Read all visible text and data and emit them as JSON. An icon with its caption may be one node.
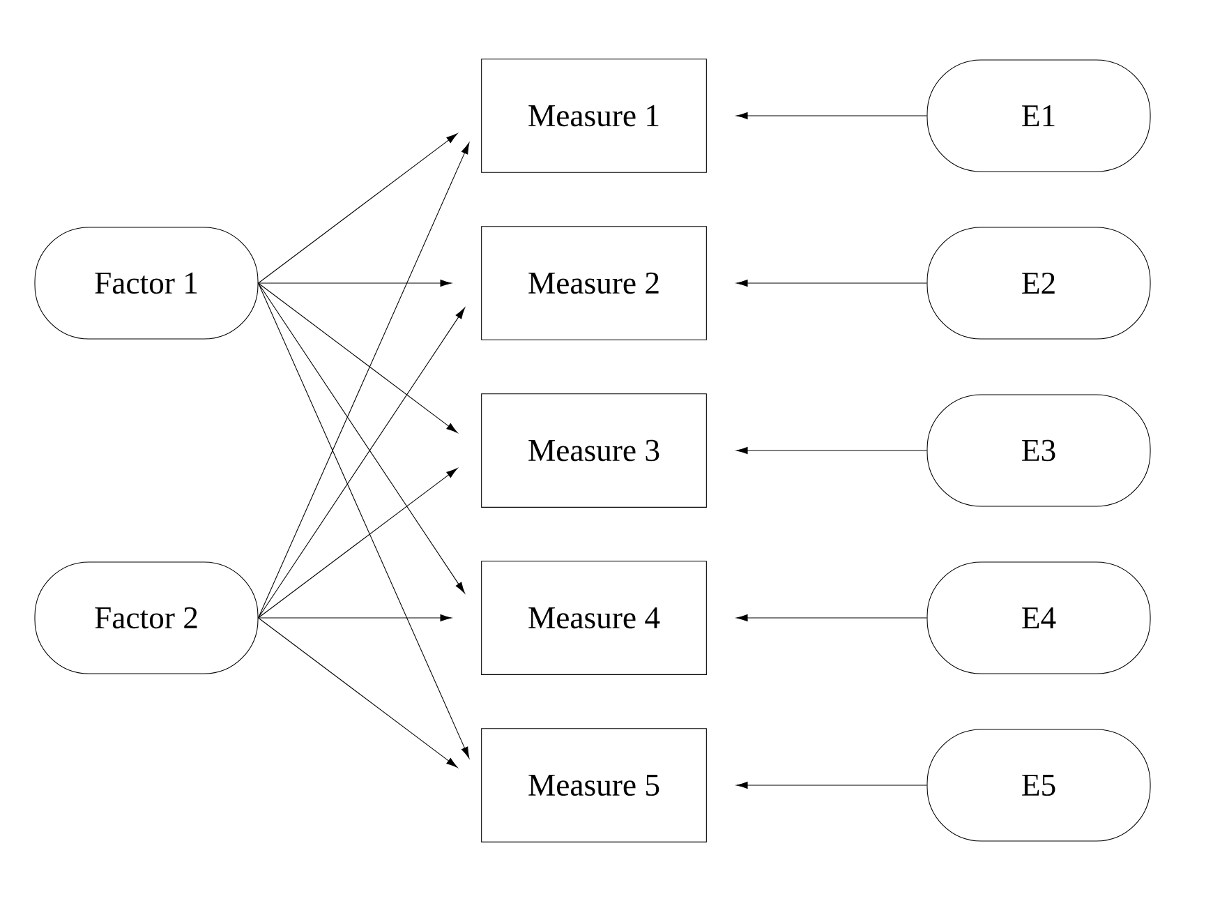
{
  "diagram": {
    "nodes": [
      {
        "text": [
          "Factor 1"
        ]
      },
      {
        "text": [
          "Factor 2"
        ]
      },
      {
        "text": [
          "Measure 1"
        ]
      },
      {
        "text": [
          "Measure 2"
        ]
      },
      {
        "text": [
          "Measure 3"
        ]
      },
      {
        "text": [
          "Measure 4"
        ]
      },
      {
        "text": [
          "Measure 5"
        ]
      },
      {
        "text": [
          "E1"
        ]
      },
      {
        "text": [
          "E2"
        ]
      },
      {
        "text": [
          "E3"
        ]
      },
      {
        "text": [
          "E4"
        ]
      },
      {
        "text": [
          "E5"
        ]
      }
    ],
    "edges": [
      {
        "from": 0,
        "to": 2,
        "arrow": "to"
      },
      {
        "from": 0,
        "to": 3,
        "arrow": "to"
      },
      {
        "from": 0,
        "to": 4,
        "arrow": "to"
      },
      {
        "from": 0,
        "to": 5,
        "arrow": "to"
      },
      {
        "from": 0,
        "to": 6,
        "arrow": "to"
      },
      {
        "from": 1,
        "to": 2,
        "arrow": "to"
      },
      {
        "from": 1,
        "to": 3,
        "arrow": "to"
      },
      {
        "from": 1,
        "to": 4,
        "arrow": "to"
      },
      {
        "from": 1,
        "to": 5,
        "arrow": "to"
      },
      {
        "from": 1,
        "to": 6,
        "arrow": "to"
      },
      {
        "from": 7,
        "to": 2,
        "arrow": "to"
      },
      {
        "from": 8,
        "to": 3,
        "arrow": "to"
      },
      {
        "from": 9,
        "to": 4,
        "arrow": "to"
      },
      {
        "from": 10,
        "to": 5,
        "arrow": "to"
      },
      {
        "from": 11,
        "to": 6,
        "arrow": "to"
      }
    ]
  }
}
